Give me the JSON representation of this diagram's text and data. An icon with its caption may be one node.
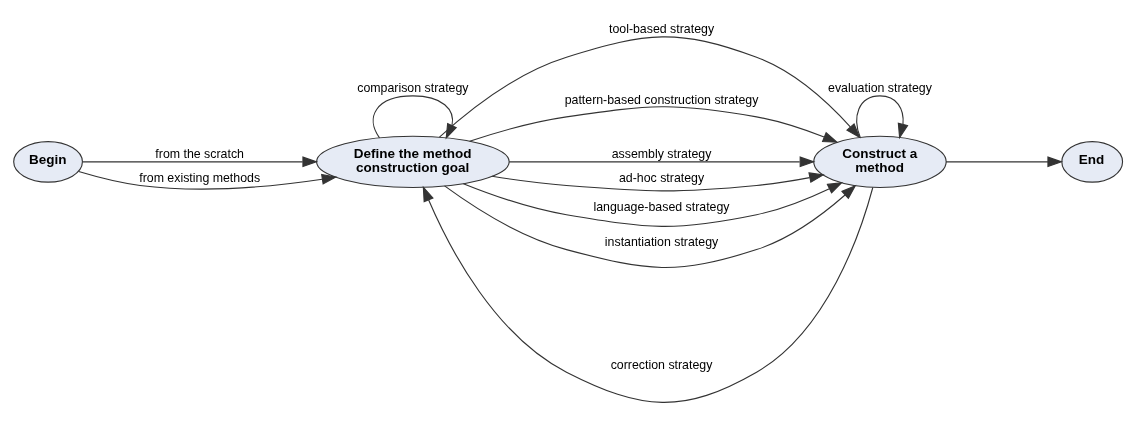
{
  "diagram": {
    "nodes": [
      {
        "text": [
          "Begin"
        ]
      },
      {
        "text": [
          "Define the method construction goal"
        ]
      },
      {
        "text": [
          "Construct a method"
        ]
      },
      {
        "text": [
          "End"
        ]
      }
    ],
    "edges": [
      {
        "from": 0,
        "to": 1,
        "arrow": "to",
        "label": "from the scratch"
      },
      {
        "from": 0,
        "to": 1,
        "arrow": "to",
        "label": "from existing methods"
      },
      {
        "from": 2,
        "to": 1,
        "arrow": "to",
        "label": "correction strategy"
      },
      {
        "from": 1,
        "to": 1,
        "arrow": "to",
        "label": "comparison strategy"
      },
      {
        "from": 1,
        "to": 2,
        "arrow": "to",
        "label": "tool-based strategy"
      },
      {
        "from": 1,
        "to": 2,
        "arrow": "to",
        "label": "pattern-based construction strategy"
      },
      {
        "from": 1,
        "to": 2,
        "arrow": "to",
        "label": "assembly strategy"
      },
      {
        "from": 1,
        "to": 2,
        "arrow": "to",
        "label": "ad-hoc strategy"
      },
      {
        "from": 1,
        "to": 2,
        "arrow": "to",
        "label": "language-based strategy"
      },
      {
        "from": 1,
        "to": 2,
        "arrow": "to",
        "label": "instantiation strategy"
      },
      {
        "from": 2,
        "to": 2,
        "arrow": "to",
        "label": "evaluation strategy"
      },
      {
        "from": 2,
        "to": 3,
        "arrow": "to"
      }
    ]
  }
}
